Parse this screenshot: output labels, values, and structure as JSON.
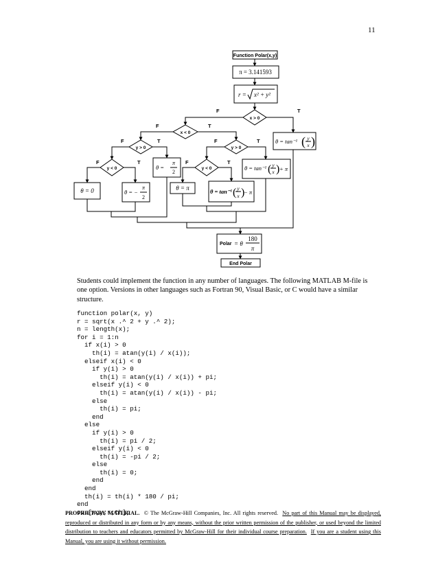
{
  "page_number": "11",
  "flowchart": {
    "start": "Function Polar(x,y)",
    "pi_assign": "π = 3.141593",
    "r_lhs": "r = ",
    "r_rhs": "x² + y²",
    "dec_x_gt0": "x > 0",
    "dec_x_lt0": "x < 0",
    "dec_y_gt0": "y > 0",
    "dec_y_lt0": "y < 0",
    "label_true": "T",
    "label_false": "F",
    "theta_atan": "θ = tan⁻¹",
    "ratio_num": "y",
    "ratio_den": "x",
    "plus_pi": "+ π",
    "minus_pi": "− π",
    "theta_eq": "θ = ",
    "theta_eq_neg": "θ = −",
    "pi_sym": "π",
    "two": "2",
    "theta_pi": "θ = π",
    "theta_zero": "θ = 0",
    "polar_label": "Polar",
    "polar_eq": "= θ",
    "polar_num": "180",
    "end": "End Polar"
  },
  "paragraph": "Students could implement the function in any number of languages. The following MATLAB M-file is one option. Versions in other languages such as Fortran 90, Visual Basic, or C would have a similar structure.",
  "code_lines": [
    "function polar(x, y)",
    "r = sqrt(x .^ 2 + y .^ 2);",
    "n = length(x);",
    "for i = 1:n",
    "  if x(i) > 0",
    "    th(i) = atan(y(i) / x(i));",
    "  elseif x(i) < 0",
    "    if y(i) > 0",
    "      th(i) = atan(y(i) / x(i)) + pi;",
    "    elseif y(i) < 0",
    "      th(i) = atan(y(i) / x(i)) - pi;",
    "    else",
    "      th(i) = pi;",
    "    end",
    "  else",
    "    if y(i) > 0",
    "      th(i) = pi / 2;",
    "    elseif y(i) < 0",
    "      th(i) = -pi / 2;",
    "    else",
    "      th(i) = 0;",
    "    end",
    "  end",
    "  th(i) = th(i) * 180 / pi;",
    "end",
    "ou=[x;y;r;th];"
  ],
  "footer": {
    "title": "PROPRIETARY MATERIAL.",
    "copyright": "© The McGraw-Hill Companies, Inc.  All rights reserved.",
    "restriction": "No part of this Manual may be displayed, reproduced or distributed in any form or by any means, without the prior written permission of the publisher, or used beyond the limited distribution to teachers and educators permitted by McGraw-Hill for their individual course preparation.",
    "student_note": "If you are a student using this Manual, you are using it without permission."
  }
}
